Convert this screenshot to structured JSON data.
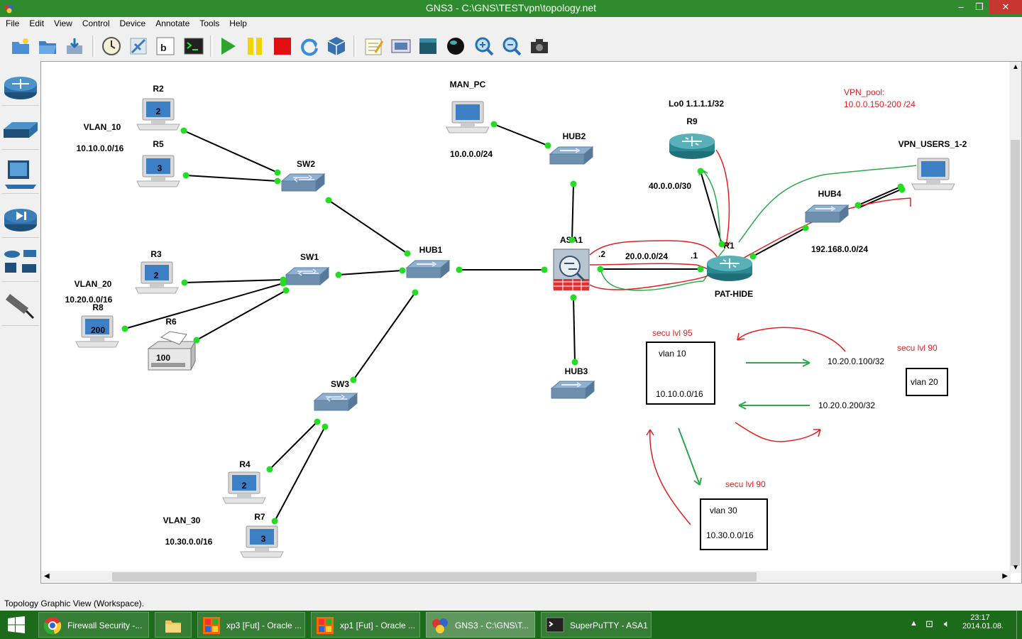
{
  "window": {
    "title": "GNS3 - C:\\GNS\\TESTvpn\\topology.net",
    "controls": {
      "minimize": "–",
      "maximize": "❐",
      "close": "✕"
    }
  },
  "menu": [
    "File",
    "Edit",
    "View",
    "Control",
    "Device",
    "Annotate",
    "Tools",
    "Help"
  ],
  "toolbar": {
    "buttons": [
      "new-project",
      "open-project",
      "save-project",
      "snapshot",
      "design-mode",
      "vpcs-text",
      "console-all",
      "start-all",
      "suspend-all",
      "stop-all",
      "reload-all",
      "virtualbox",
      "add-note",
      "insert-picture",
      "draw-rectangle",
      "draw-ellipse",
      "zoom-in",
      "zoom-out",
      "screenshot"
    ]
  },
  "dock": [
    "router",
    "switch",
    "end-device",
    "security-device",
    "all-devices",
    "cable"
  ],
  "topology": {
    "devices": {
      "r2": {
        "name": "R2",
        "badge": "2"
      },
      "r5": {
        "name": "R5",
        "badge": "3"
      },
      "r3": {
        "name": "R3",
        "badge": "2"
      },
      "r8": {
        "name": "R8",
        "badge": "200"
      },
      "r6": {
        "name": "R6",
        "badge": "100"
      },
      "r4": {
        "name": "R4",
        "badge": "2"
      },
      "r7": {
        "name": "R7",
        "badge": "3"
      },
      "man_pc": {
        "name": "MAN_PC"
      },
      "sw1": {
        "name": "SW1"
      },
      "sw2": {
        "name": "SW2"
      },
      "sw3": {
        "name": "SW3"
      },
      "hub1": {
        "name": "HUB1"
      },
      "hub2": {
        "name": "HUB2"
      },
      "hub3": {
        "name": "HUB3"
      },
      "hub4": {
        "name": "HUB4"
      },
      "asa1": {
        "name": "ASA1"
      },
      "r9": {
        "name": "R9"
      },
      "r1": {
        "name": "R1"
      },
      "vpn_users": {
        "name": "VPN_USERS_1-2"
      }
    },
    "labels": {
      "vlan10": "VLAN_10",
      "vlan10_net": "10.10.0.0/16",
      "vlan20": "VLAN_20",
      "vlan20_net": "10.20.0.0/16",
      "vlan30": "VLAN_30",
      "vlan30_net": "10.30.0.0/16",
      "man_net": "10.0.0.0/24",
      "lo0": "Lo0 1.1.1.1/32",
      "r9_net": "40.0.0.0/30",
      "asa_if": ".2",
      "link_net": "20.0.0.0/24",
      "r1_if": ".1",
      "pat": "PAT-HIDE",
      "hub4_net": "192.168.0.0/24"
    },
    "notes": {
      "vpn_pool_1": "VPN_pool:",
      "vpn_pool_2": "10.0.0.150-200 /24",
      "secu95": "secu lvl 95",
      "secu90a": "secu lvl 90",
      "secu90b": "secu lvl 90",
      "box_vlan10_a": "vlan 10",
      "box_vlan10_b": "10.10.0.0/16",
      "box_vlan20": "vlan 20",
      "box_vlan30_a": "vlan 30",
      "box_vlan30_b": "10.30.0.0/16",
      "ip_100": "10.20.0.100/32",
      "ip_200": "10.20.0.200/32"
    }
  },
  "status": "Topology Graphic View (Workspace).",
  "taskbar": {
    "tasks": [
      "Firewall Security -...",
      "",
      "xp3 [Fut] - Oracle ...",
      "xp1 [Fut] - Oracle ...",
      "GNS3 - C:\\GNS\\T...",
      "SuperPuTTY - ASA1"
    ],
    "time": "23:17",
    "date": "2014.01.08."
  },
  "colors": {
    "titlebar": "#2e8b2e",
    "taskbar": "#1b6b1b",
    "link_endpoint": "#22dd22",
    "annotation_red": "#e02020",
    "annotation_green": "#2ea84a"
  }
}
